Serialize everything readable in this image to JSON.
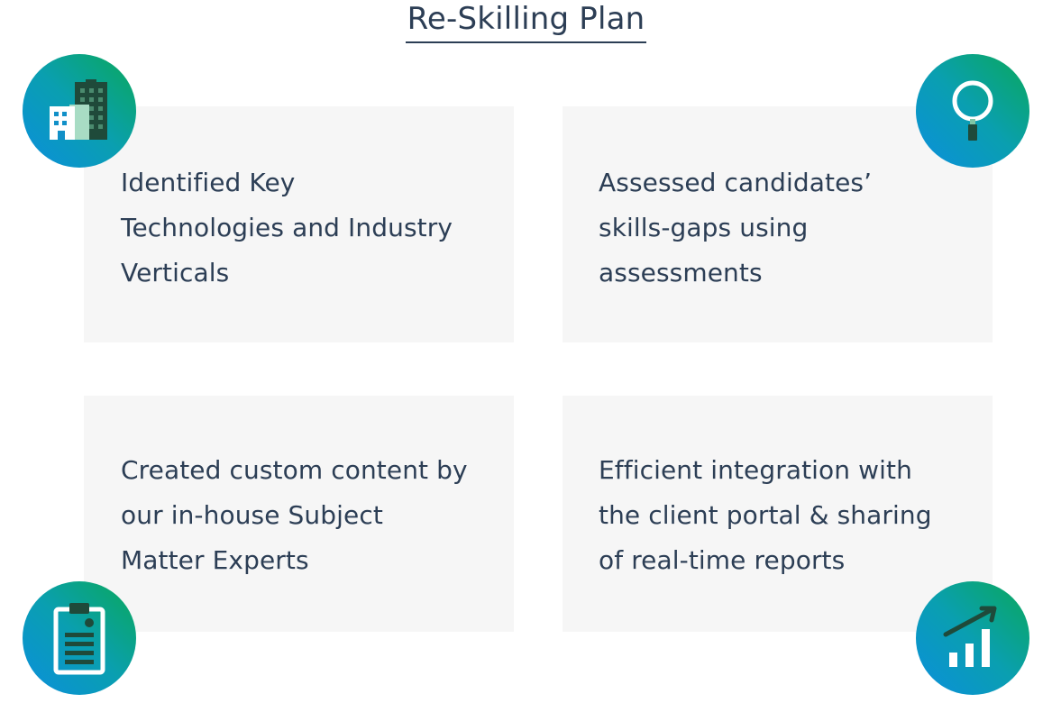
{
  "header": {
    "title": "Re-Skilling Plan"
  },
  "cards": [
    {
      "icon": "buildings-icon",
      "lines": [
        "Identified Key",
        "Technologies and Industry",
        "Verticals"
      ]
    },
    {
      "icon": "magnifier-icon",
      "lines": [
        "Assessed candidates’",
        "skills-gaps using",
        "assessments"
      ]
    },
    {
      "icon": "clipboard-icon",
      "lines": [
        "Created custom content by",
        "our in-house Subject",
        "Matter Experts"
      ]
    },
    {
      "icon": "growth-chart-icon",
      "lines": [
        "Efficient integration with",
        "the client portal & sharing",
        "of real-time reports"
      ]
    }
  ],
  "colors": {
    "text": "#2c3e55",
    "card_bg": "#f6f6f6",
    "badge_green": "#0aa85a",
    "badge_blue": "#0b8fdc",
    "icon_dark": "#1f4a3a",
    "icon_light": "#a8dcc4"
  }
}
